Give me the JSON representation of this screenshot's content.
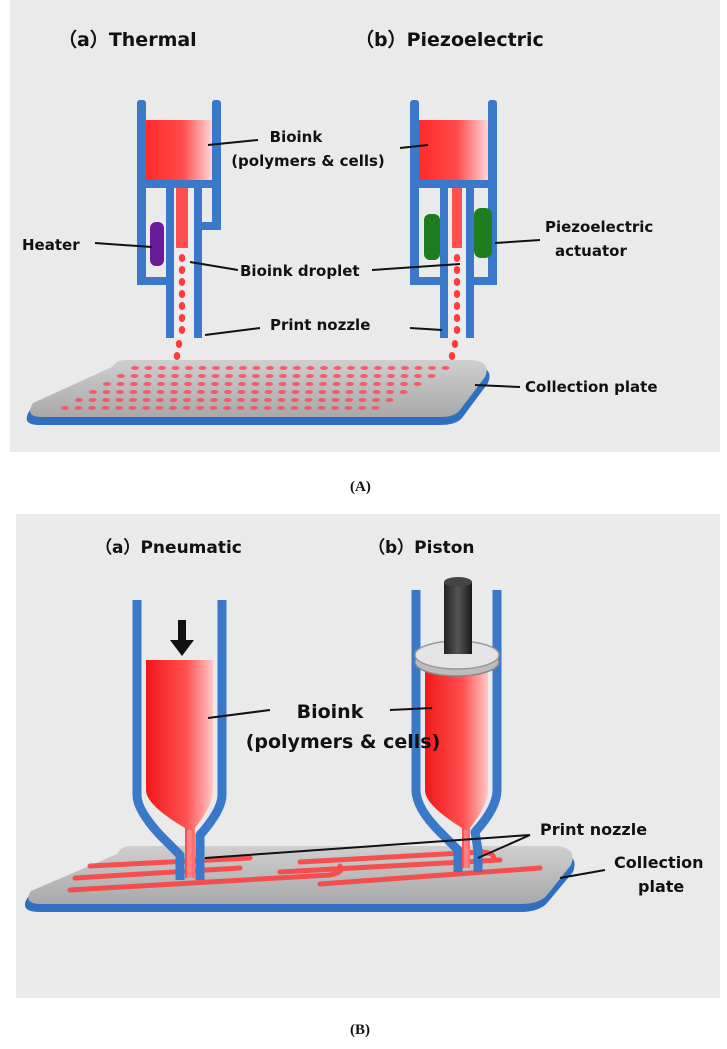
{
  "panel_a": {
    "caption": "(A)",
    "title_a": "（a）Thermal",
    "title_b": "（b）Piezoelectric",
    "labels": {
      "bioink_line1": "Bioink",
      "bioink_line2": "(polymers & cells)",
      "heater": "Heater",
      "bioink_droplet": "Bioink droplet",
      "piezo_line1": "Piezoelectric",
      "piezo_line2": "actuator",
      "print_nozzle": "Print nozzle",
      "collection_plate": "Collection plate"
    }
  },
  "panel_b": {
    "caption": "(B)",
    "title_a": "（a）Pneumatic",
    "title_b": "（b）Piston",
    "labels": {
      "bioink_line1": "Bioink",
      "bioink_line2": "(polymers & cells)",
      "print_nozzle": "Print nozzle",
      "collection_line1": "Collection",
      "collection_line2": "plate"
    }
  },
  "colors": {
    "tube_blue": "#3a78c9",
    "bioink_red": "#f02a2a",
    "heater_purple": "#6a1b9a",
    "piezo_green": "#1e7d1e",
    "plate_gray": "#b9b9b9"
  }
}
